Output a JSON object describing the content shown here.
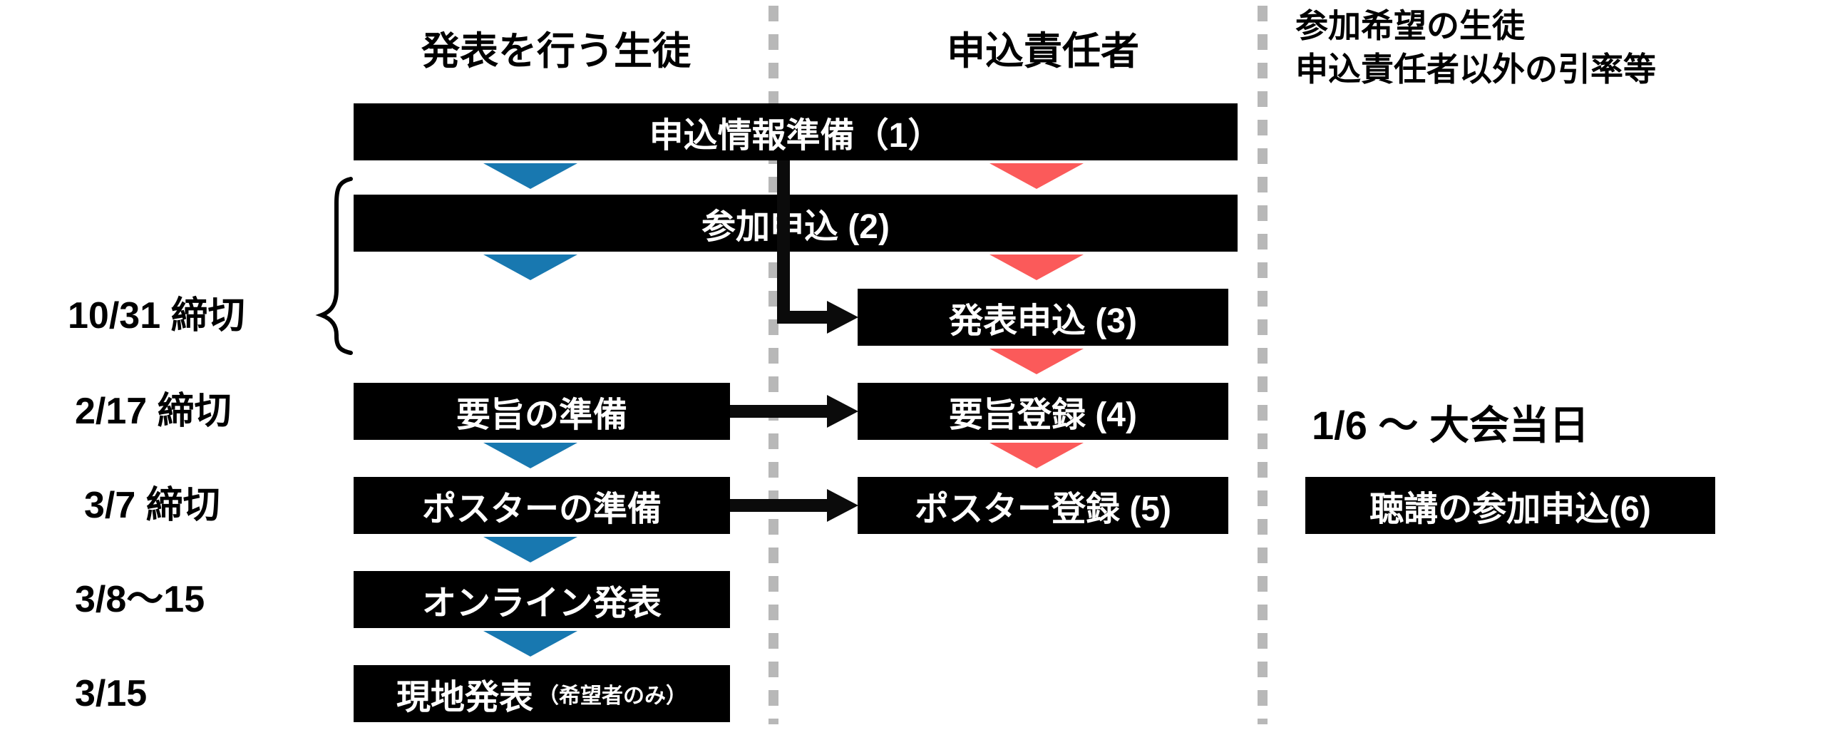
{
  "headers": {
    "presenters": "発表を行う生徒",
    "coordinator": "申込責任者",
    "others_line1": "参加希望の生徒",
    "others_line2": "申込責任者以外の引率等"
  },
  "deadlines": [
    {
      "label": "10/31 締切"
    },
    {
      "label": "2/17 締切"
    },
    {
      "label": "3/7 締切"
    },
    {
      "label": "3/8〜15"
    },
    {
      "label": "3/15"
    }
  ],
  "steps": {
    "prepare_info": "申込情報準備（1）",
    "participation_apply": "参加申込 (2)",
    "presentation_apply": "発表申込 (3)",
    "abstract_prepare": "要旨の準備",
    "abstract_register": "要旨登録 (4)",
    "poster_prepare": "ポスターの準備",
    "poster_register": "ポスター登録 (5)",
    "online_presentation": "オンライン発表",
    "onsite_presentation": "現地発表",
    "onsite_note": "（希望者のみ）",
    "audience_apply": "聴講の参加申込(6)"
  },
  "audience_period": "1/6 〜 大会当日",
  "colors": {
    "box_bg": "#000000",
    "box_text": "#ffffff",
    "blue_arrow": "#1878b0",
    "red_arrow": "#fb5a5a",
    "connector": "#0b0b0b",
    "divider": "#b8b8b8"
  }
}
